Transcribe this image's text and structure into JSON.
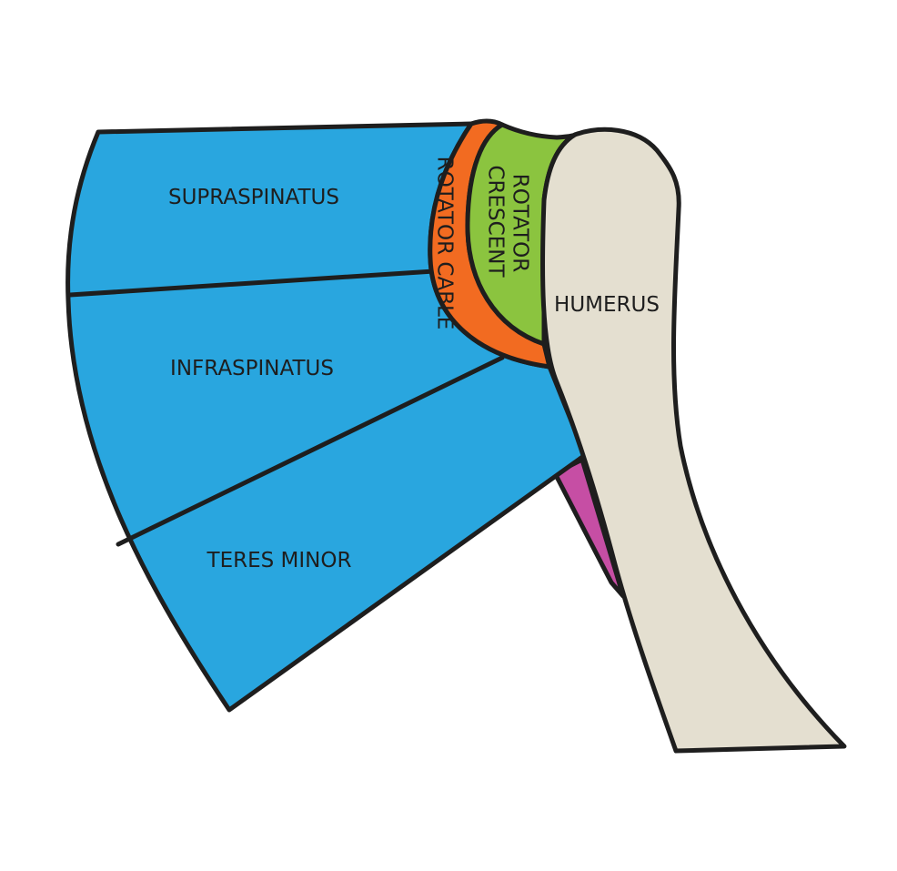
{
  "labels": {
    "supraspinatus": "SUPRASPINATUS",
    "infraspinatus": "INFRASPINATUS",
    "teres_minor": "TERES MINOR",
    "rotator_cable": "ROTATOR CABLE",
    "rotator_crescent_line1": "ROTATOR",
    "rotator_crescent_line2": "CRESCENT",
    "humerus": "HUMERUS"
  },
  "colors": {
    "muscle": "#29a6df",
    "rotator_cable": "#f26b21",
    "rotator_crescent": "#8bc43f",
    "humerus": "#e4dfd0",
    "subscapularis_sliver": "#c64ea4",
    "outline": "#1e1e1e"
  }
}
